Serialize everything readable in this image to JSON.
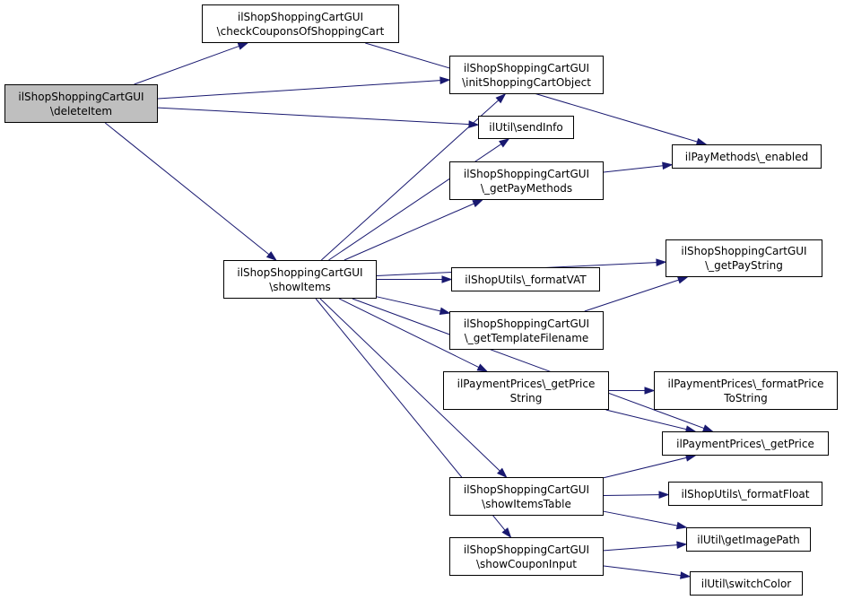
{
  "colors": {
    "edge": "#191970",
    "node_border": "#000000",
    "node_fill": "#ffffff",
    "root_fill": "#bfbfbf"
  },
  "nodes": {
    "deleteItem": {
      "line1": "ilShopShoppingCartGUI",
      "line2": "\\deleteItem"
    },
    "checkCoupons": {
      "line1": "ilShopShoppingCartGUI",
      "line2": "\\checkCouponsOfShoppingCart"
    },
    "initCart": {
      "line1": "ilShopShoppingCartGUI",
      "line2": "\\initShoppingCartObject"
    },
    "sendInfo": {
      "line1": "ilUtil\\sendInfo"
    },
    "payEnabled": {
      "line1": "ilPayMethods\\_enabled"
    },
    "getPayMethods": {
      "line1": "ilShopShoppingCartGUI",
      "line2": "\\_getPayMethods"
    },
    "showItems": {
      "line1": "ilShopShoppingCartGUI",
      "line2": "\\showItems"
    },
    "getPayString": {
      "line1": "ilShopShoppingCartGUI",
      "line2": "\\_getPayString"
    },
    "formatVAT": {
      "line1": "ilShopUtils\\_formatVAT"
    },
    "getTemplateFile": {
      "line1": "ilShopShoppingCartGUI",
      "line2": "\\_getTemplateFilename"
    },
    "getPriceString": {
      "line1": "ilPaymentPrices\\_getPrice",
      "line2": "String"
    },
    "formatPrice": {
      "line1": "ilPaymentPrices\\_formatPrice",
      "line2": "ToString"
    },
    "getPrice": {
      "line1": "ilPaymentPrices\\_getPrice"
    },
    "showItemsTable": {
      "line1": "ilShopShoppingCartGUI",
      "line2": "\\showItemsTable"
    },
    "formatFloat": {
      "line1": "ilShopUtils\\_formatFloat"
    },
    "showCouponInput": {
      "line1": "ilShopShoppingCartGUI",
      "line2": "\\showCouponInput"
    },
    "getImagePath": {
      "line1": "ilUtil\\getImagePath"
    },
    "switchColor": {
      "line1": "ilUtil\\switchColor"
    }
  },
  "edges": [
    [
      "deleteItem",
      "checkCoupons"
    ],
    [
      "deleteItem",
      "initCart"
    ],
    [
      "deleteItem",
      "sendInfo"
    ],
    [
      "deleteItem",
      "showItems"
    ],
    [
      "checkCoupons",
      "payEnabled"
    ],
    [
      "showItems",
      "initCart"
    ],
    [
      "showItems",
      "sendInfo"
    ],
    [
      "showItems",
      "getPayMethods"
    ],
    [
      "getPayMethods",
      "payEnabled"
    ],
    [
      "showItems",
      "getPayString"
    ],
    [
      "showItems",
      "formatVAT"
    ],
    [
      "showItems",
      "getTemplateFile"
    ],
    [
      "getTemplateFile",
      "getPayString"
    ],
    [
      "showItems",
      "getPriceString"
    ],
    [
      "getPriceString",
      "formatPrice"
    ],
    [
      "getPriceString",
      "getPrice"
    ],
    [
      "showItems",
      "getPrice"
    ],
    [
      "showItems",
      "showItemsTable"
    ],
    [
      "showItemsTable",
      "getPrice"
    ],
    [
      "showItemsTable",
      "formatFloat"
    ],
    [
      "showItemsTable",
      "getImagePath"
    ],
    [
      "showItems",
      "showCouponInput"
    ],
    [
      "showCouponInput",
      "getImagePath"
    ],
    [
      "showCouponInput",
      "switchColor"
    ]
  ]
}
